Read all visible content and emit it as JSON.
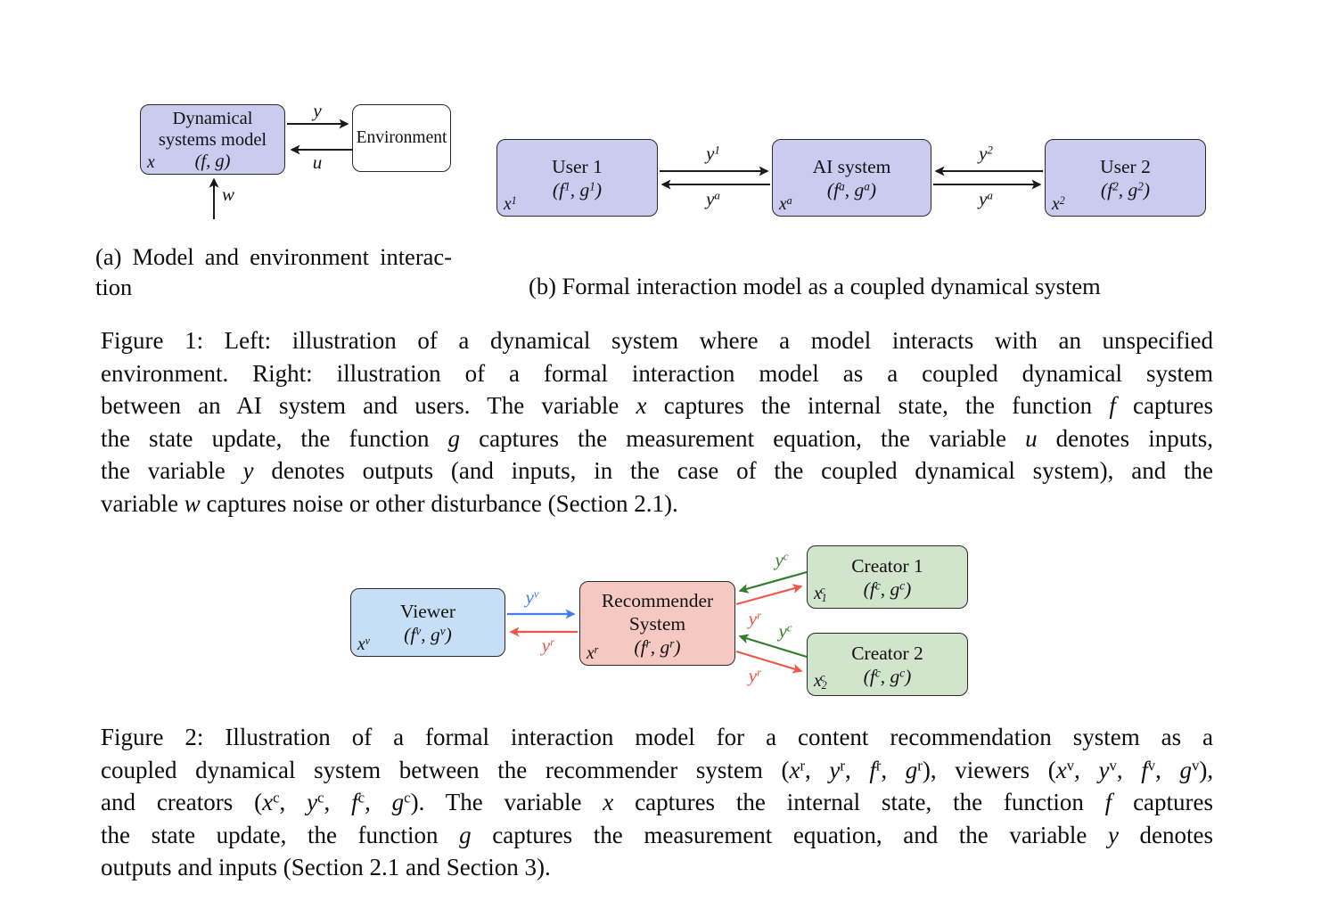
{
  "colors": {
    "lavender": "#cbcbf0",
    "viewer_blue": "#c6def6",
    "recommender_red": "#f5c9c2",
    "creator_green": "#d0e5cc",
    "arrow_black": "#1a1a1a",
    "arrow_blue": "#3f7ef0",
    "arrow_red": "#f0564a",
    "arrow_green": "#347c2e"
  },
  "figure1": {
    "model_box": {
      "title_line1": "Dynamical",
      "title_line2": "systems model",
      "params": "(f, g)",
      "state": "x"
    },
    "environment_box": {
      "title": "Environment"
    },
    "arrow_labels": {
      "y": "y",
      "u": "u",
      "w": "w"
    },
    "caption_a_line1": "(a) Model and environment interac-",
    "caption_a_line2": "tion",
    "user1_box": {
      "title": "User 1",
      "params": "(f^{1}, g^{1})",
      "state": "x^{1}"
    },
    "ai_box": {
      "title": "AI system",
      "params": "(f^{a}, g^{a})",
      "state": "x^{a}"
    },
    "user2_box": {
      "title": "User 2",
      "params": "(f^{2}, g^{2})",
      "state": "x^{2}"
    },
    "coupling_labels": {
      "y1": "y^{1}",
      "ya_left": "y^{a}",
      "y2": "y^{2}",
      "ya_right": "y^{a}"
    },
    "caption_b": "(b) Formal interaction model as a coupled dynamical system",
    "caption_lines": [
      "Figure 1: Left: illustration of a dynamical system where a model interacts with an unspecified",
      "environment. Right: illustration of a formal interaction model as a coupled dynamical system",
      "between an AI system and users. The variable *x* captures the internal state, the function *f* captures",
      "the state update, the function *g* captures the measurement equation, the variable *u* denotes inputs,",
      "the variable *y* denotes outputs (and inputs, in the case of the coupled dynamical system), and the",
      "variable *w* captures noise or other disturbance (Section 2.1)."
    ]
  },
  "figure2": {
    "viewer_box": {
      "title": "Viewer",
      "params": "(f^{v}, g^{v})",
      "state": "x^{v}"
    },
    "recommender_box": {
      "title_line1": "Recommender",
      "title_line2": "System",
      "params": "(f^{r}, g^{r})",
      "state": "x^{r}"
    },
    "creator1_box": {
      "title": "Creator 1",
      "params": "(f^{c}, g^{c})",
      "state": "x_{1}^{c}"
    },
    "creator2_box": {
      "title": "Creator 2",
      "params": "(f^{c}, g^{c})",
      "state": "x_{2}^{c}"
    },
    "flow_labels": {
      "viewer_out": "y^{v}",
      "rec_to_viewer": "y^{r}",
      "creator1_out": "y^{c}",
      "rec_to_creator1": "y^{r}",
      "creator2_out": "y^{c}",
      "rec_to_creator2": "y^{r}"
    },
    "caption_lines": [
      "Figure 2: Illustration of a formal interaction model for a content recommendation system as a",
      "coupled dynamical system between the recommender system (*x*^{r}, *y*^{r}, *f*^{r}, *g*^{r}), viewers (*x*^{v}, *y*^{v}, *f*^{v}, *g*^{v}),",
      "and creators (*x*^{c}, *y*^{c}, *f*^{c}, *g*^{c}). The variable *x* captures the internal state, the function *f* captures",
      "the state update, the function *g* captures the measurement equation, and the variable *y* denotes",
      "outputs and inputs (Section 2.1 and Section 3)."
    ]
  }
}
